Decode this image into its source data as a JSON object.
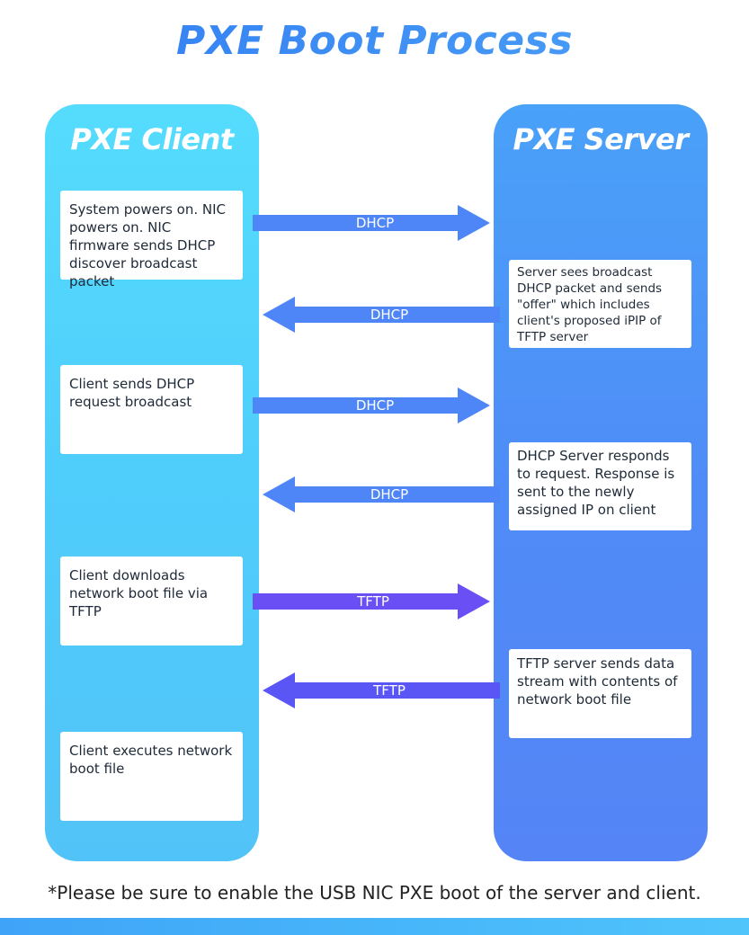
{
  "title": "PXE Boot Process",
  "client": {
    "heading": "PXE Client",
    "steps": [
      "System powers on. NIC powers on. NIC firmware sends DHCP discover broadcast packet",
      "Client sends DHCP request broadcast",
      "Client downloads network boot file via TFTP",
      "Client executes network boot file"
    ]
  },
  "server": {
    "heading": "PXE Server",
    "steps": [
      "Server sees broadcast DHCP packet and sends \"offer\" which includes client's proposed iPIP of TFTP server",
      "DHCP Server responds to request. Response is sent to the newly assigned IP on client",
      "TFTP server sends data stream with contents of network boot file"
    ]
  },
  "arrows": [
    {
      "label": "DHCP",
      "direction": "right",
      "color": "#4e86f7"
    },
    {
      "label": "DHCP",
      "direction": "left",
      "color": "#4e86f7"
    },
    {
      "label": "DHCP",
      "direction": "right",
      "color": "#4e86f7"
    },
    {
      "label": "DHCP",
      "direction": "left",
      "color": "#4e86f7"
    },
    {
      "label": "TFTP",
      "direction": "right",
      "color": "#6a4ff5"
    },
    {
      "label": "TFTP",
      "direction": "left",
      "color": "#5a55f5"
    }
  ],
  "footnote": "*Please be sure to enable the USB NIC PXE boot of the server and client."
}
